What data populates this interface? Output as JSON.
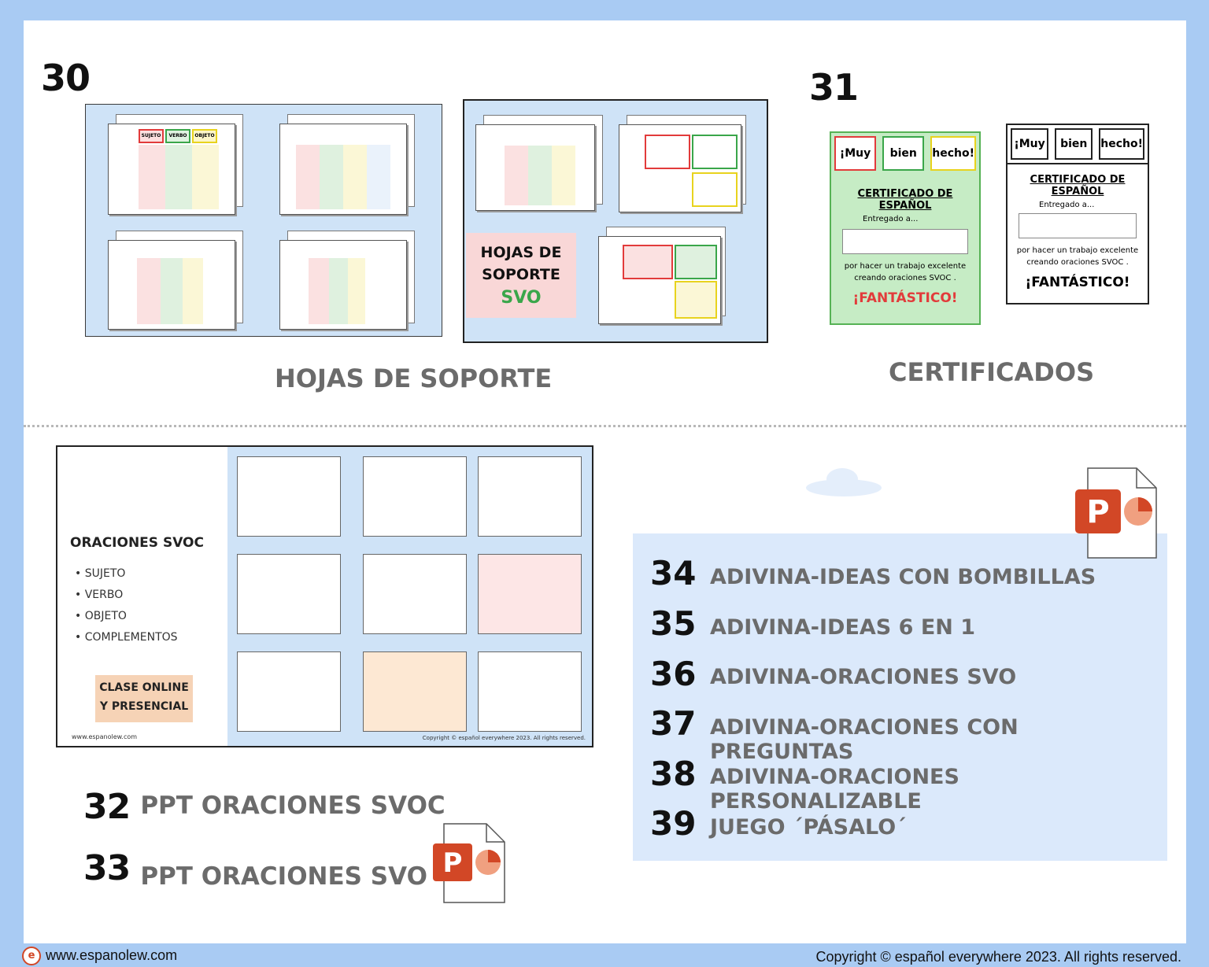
{
  "section30": {
    "number": "30",
    "caption": "HOJAS DE SOPORTE",
    "sheet_headers": [
      "SUJETO",
      "VERBO",
      "OBJETO"
    ],
    "card_text": [
      "HOJAS DE",
      "SOPORTE",
      "SVO"
    ]
  },
  "section31": {
    "number": "31",
    "caption": "CERTIFICADOS",
    "cert": {
      "words": [
        "¡Muy",
        "bien",
        "hecho!"
      ],
      "title": "CERTIFICADO DE ESPAÑOL",
      "entregado": "Entregado a...",
      "line1": "por hacer un trabajo excelente",
      "line2": "creando oraciones SVOC .",
      "fantastico": "¡FANTÁSTICO!"
    }
  },
  "slide": {
    "title": "ADIVINA-IDEAS",
    "subtitle": "ORACIONES SVOC",
    "items": [
      "SUJETO",
      "VERBO",
      "OBJETO",
      "COMPLEMENTOS"
    ],
    "badge_line1": "CLASE ONLINE",
    "badge_line2": "Y PRESENCIAL",
    "website": "www.espanolew.com",
    "copyright": "Copyright © español everywhere 2023. All rights reserved."
  },
  "ppt_items": [
    {
      "num": "32",
      "label": "PPT ORACIONES SVOC"
    },
    {
      "num": "33",
      "label": "PPT ORACIONES SVO"
    }
  ],
  "list_items": [
    {
      "num": "34",
      "label": "ADIVINA-IDEAS CON BOMBILLAS"
    },
    {
      "num": "35",
      "label": "ADIVINA-IDEAS 6 EN 1"
    },
    {
      "num": "36",
      "label": "ADIVINA-ORACIONES SVO"
    },
    {
      "num": "37",
      "label": "ADIVINA-ORACIONES CON PREGUNTAS"
    },
    {
      "num": "38",
      "label": "ADIVINA-ORACIONES PERSONALIZABLE"
    },
    {
      "num": "39",
      "label": "JUEGO ´PÁSALO´"
    }
  ],
  "footer": {
    "website": "www.espanolew.com",
    "copyright": "Copyright © español everywhere 2023. All rights reserved."
  },
  "colors": {
    "frame": "#a9cbf3",
    "caption_gray": "#6b6b6b",
    "list_bg": "#dbe9fb",
    "ppt_red": "#d24726",
    "title_red": "#e0403a",
    "sujeto": "#e23b3b",
    "verbo": "#3aa64a",
    "objeto": "#e8d31e"
  }
}
